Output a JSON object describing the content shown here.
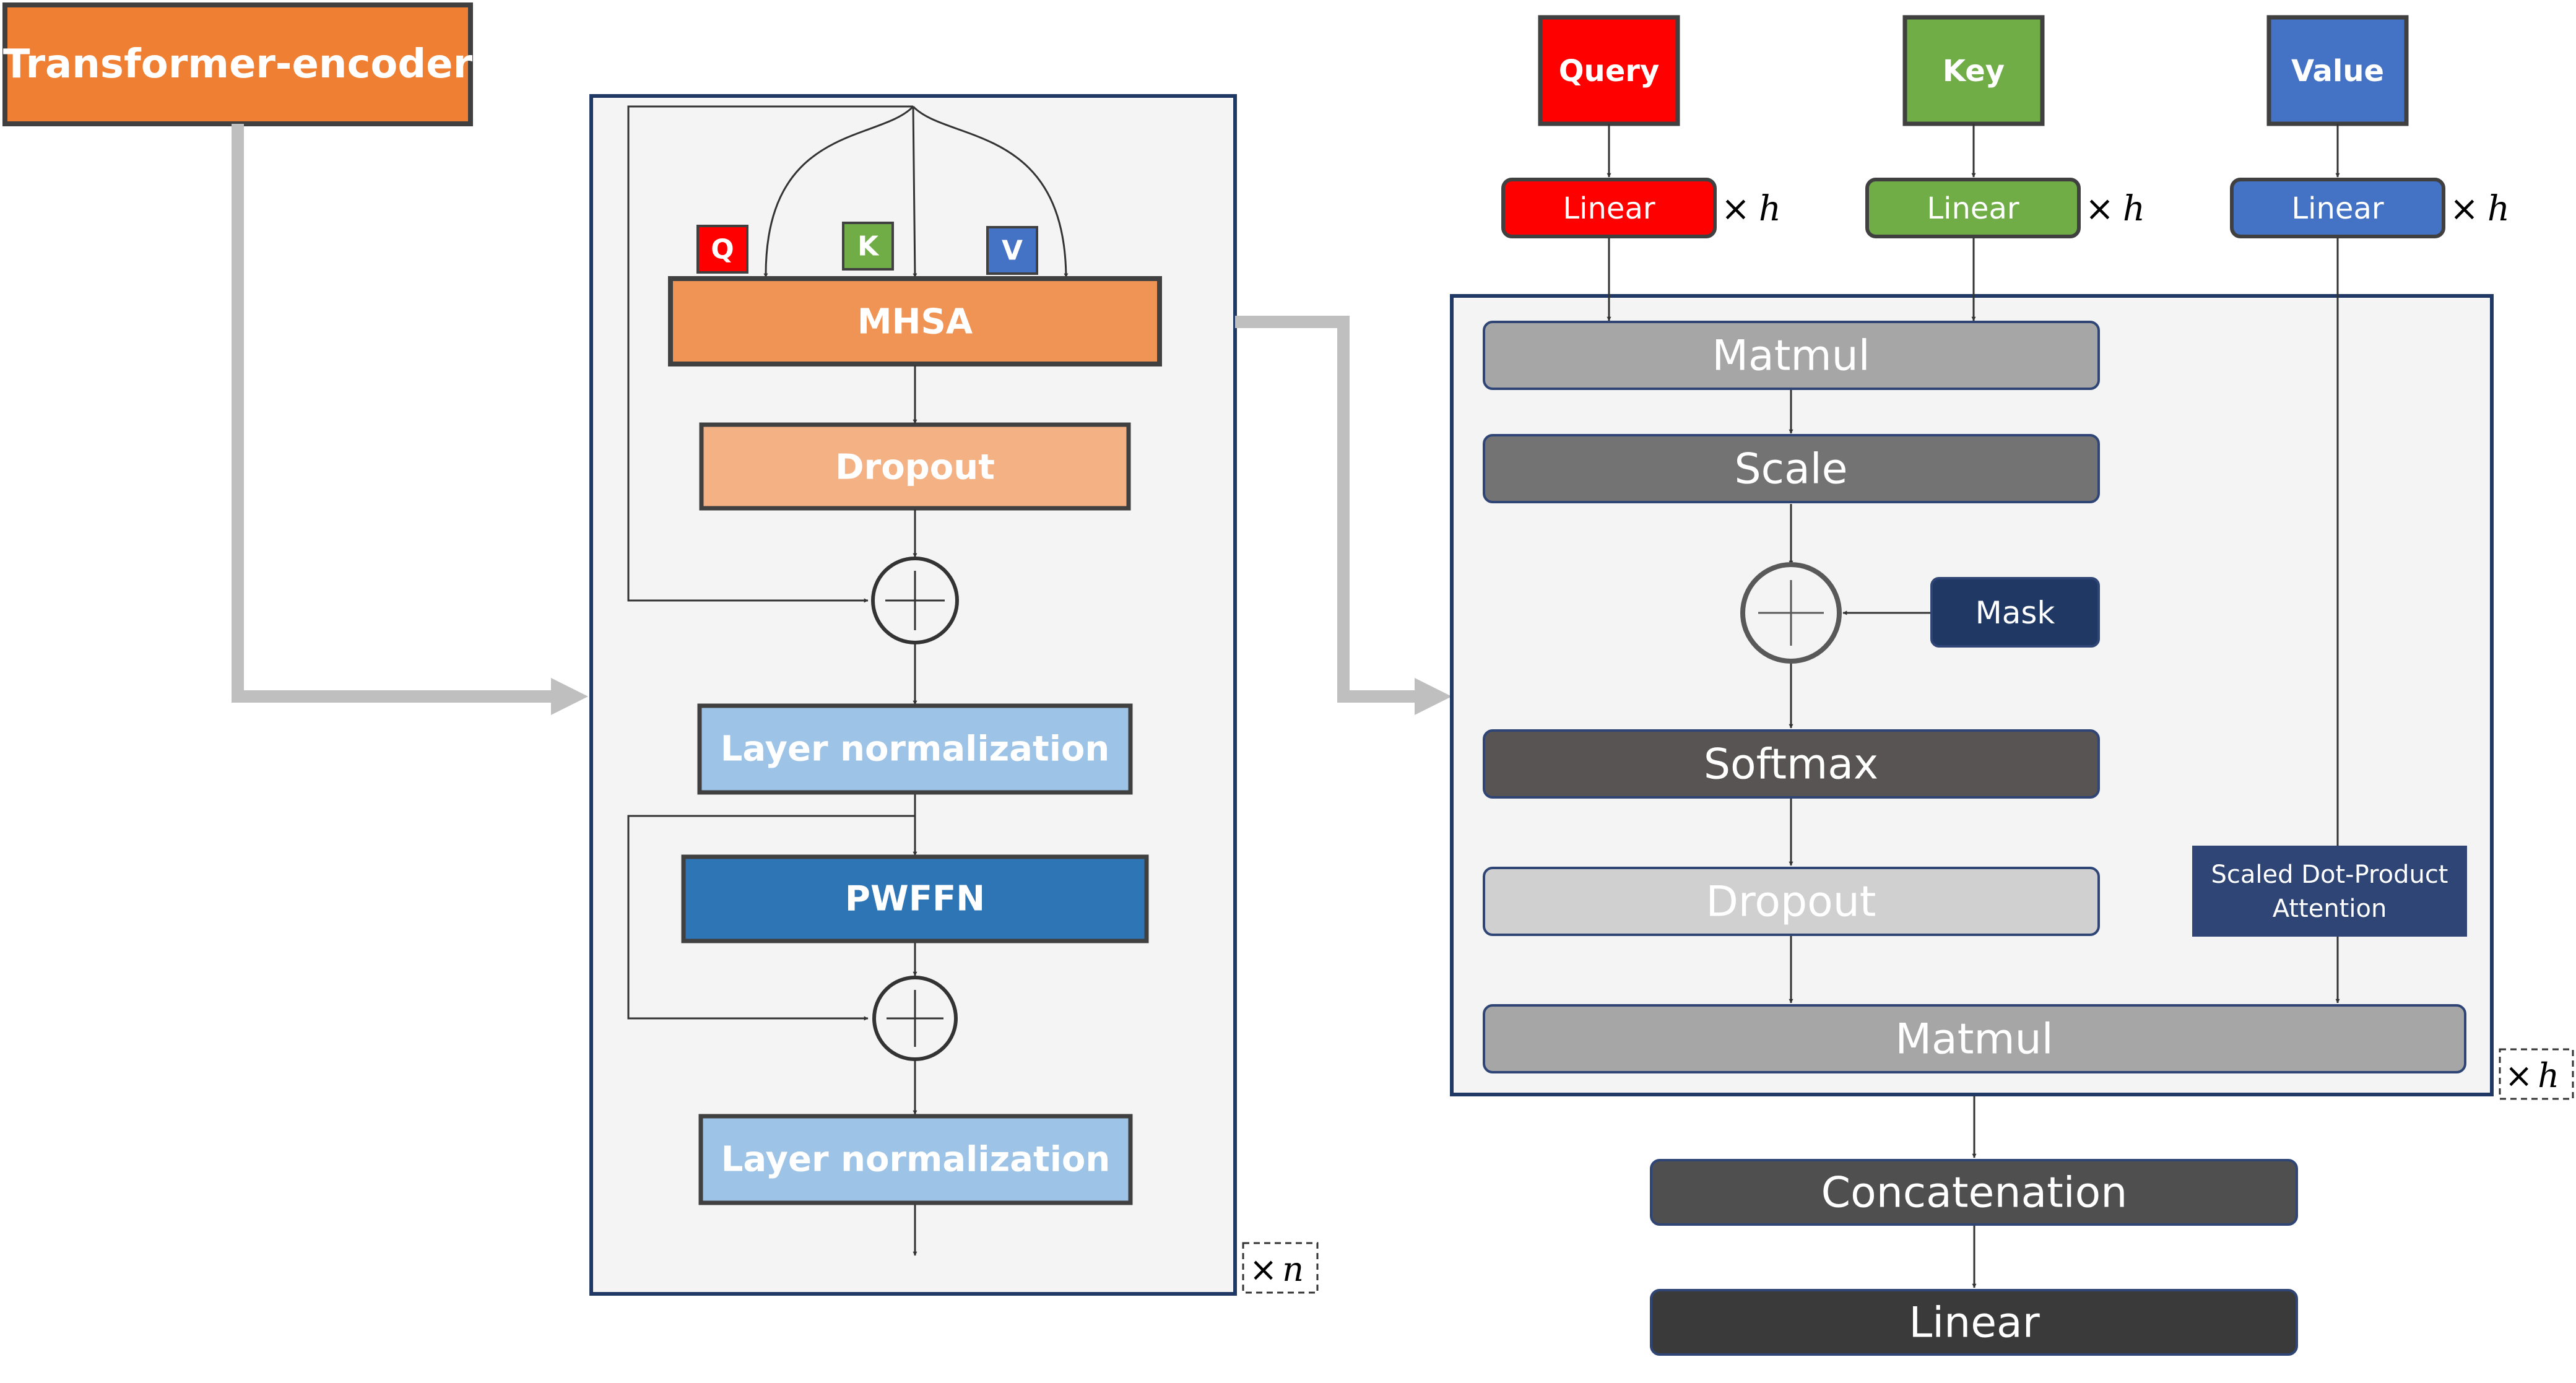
{
  "encoder": {
    "title": "Transformer-encoder",
    "q_badge": "Q",
    "k_badge": "K",
    "v_badge": "V",
    "mhsa": "MHSA",
    "dropout": "Dropout",
    "layer_norm_1": "Layer normalization",
    "pwffn": "PWFFN",
    "layer_norm_2": "Layer normalization",
    "repeat_times": "×",
    "repeat_var": "n"
  },
  "attention": {
    "query": "Query",
    "key": "Key",
    "value": "Value",
    "linear_query": "Linear",
    "linear_key": "Linear",
    "linear_value": "Linear",
    "linear_mult_times": "×",
    "linear_mult_var": "h",
    "matmul_top": "Matmul",
    "scale": "Scale",
    "mask": "Mask",
    "softmax": "Softmax",
    "dropout": "Dropout",
    "sdpa_line1": "Scaled Dot-Product",
    "sdpa_line2": "Attention",
    "matmul_bottom": "Matmul",
    "repeat_times": "×",
    "repeat_var": "h",
    "concatenation": "Concatenation",
    "linear_final": "Linear"
  },
  "colors": {
    "encoder_orange": "#ee7f33",
    "mhsa_orange": "#f09456",
    "dropout_peach": "#f4b183",
    "layer_norm_blue": "#9dc3e6",
    "pwffn_blue": "#2e75b6",
    "query_red": "#ff0000",
    "key_green": "#70ad47",
    "value_blue": "#4472c4",
    "mask_navy": "#203864",
    "sdpa_navy": "#2f4576",
    "connector_gray": "#bfbfbf",
    "panel_fill": "#f4f4f4",
    "panel_border": "#1f3864"
  }
}
